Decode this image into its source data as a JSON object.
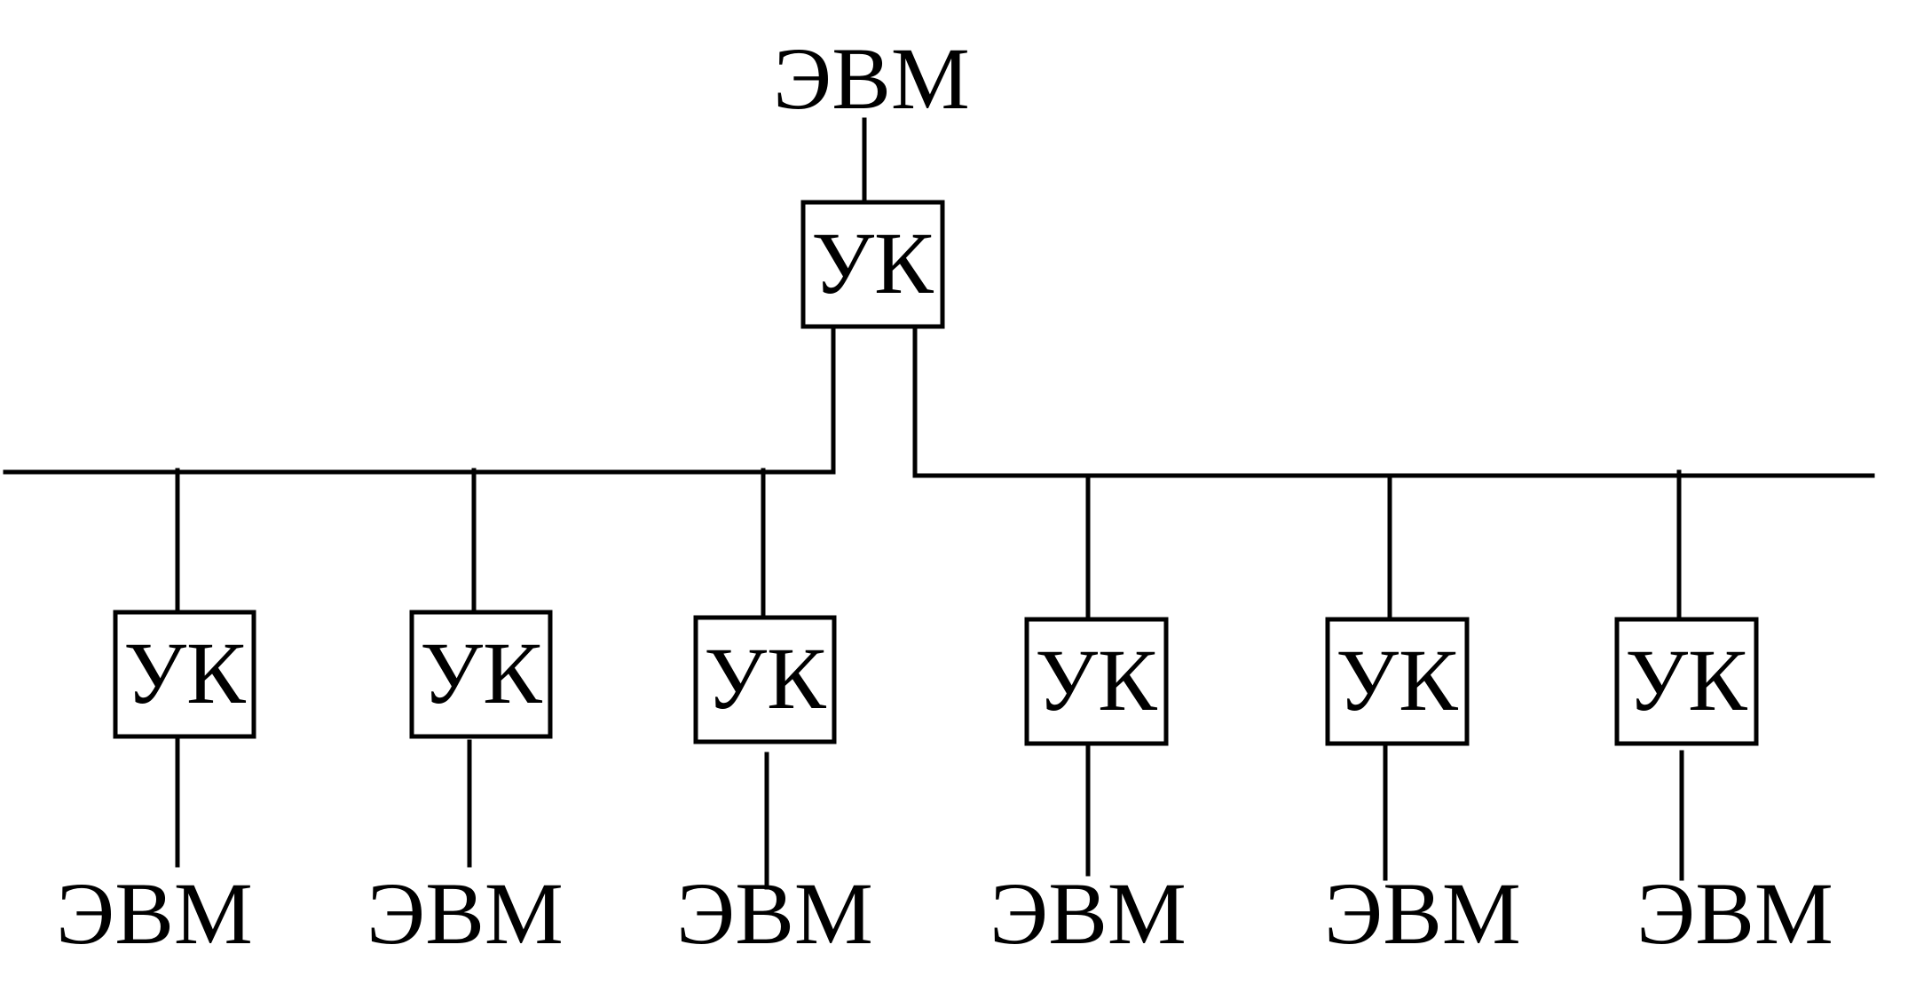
{
  "diagram": {
    "hub": {
      "computer": "ЭВМ",
      "controller": "УК"
    },
    "nodes": [
      {
        "controller": "УК",
        "computer": "ЭВМ"
      },
      {
        "controller": "УК",
        "computer": "ЭВМ"
      },
      {
        "controller": "УК",
        "computer": "ЭВМ"
      },
      {
        "controller": "УК",
        "computer": "ЭВМ"
      },
      {
        "controller": "УК",
        "computer": "ЭВМ"
      },
      {
        "controller": "УК",
        "computer": "ЭВМ"
      }
    ]
  }
}
